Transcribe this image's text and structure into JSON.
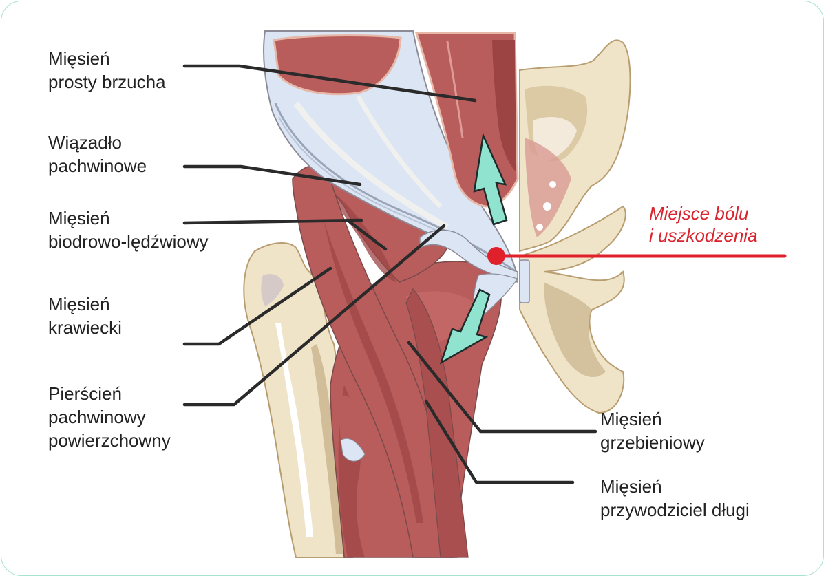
{
  "diagram": {
    "type": "anatomical-illustration",
    "subject": "groin / inguinal region, anterior view",
    "colors": {
      "frame_border": "#a6e3d2",
      "muscle": "#b85c5c",
      "muscle_dark": "#9c4444",
      "ligament": "#dbe5f4",
      "bone": "#efe3c8",
      "bone_shadow": "#c9b48d",
      "arrow_fill": "#8fe3cf",
      "leader_line": "#2a2a2a",
      "pain_marker": "#e0212b",
      "pain_text": "#d9232d"
    },
    "labels_left": [
      {
        "id": "rectus-abdominis",
        "lines": [
          "Mięsień",
          "prosty brzucha"
        ]
      },
      {
        "id": "inguinal-ligament",
        "lines": [
          "Wiązadło",
          "pachwinowe"
        ]
      },
      {
        "id": "iliopsoas",
        "lines": [
          "Mięsień",
          "biodrowo-lędźwiowy"
        ]
      },
      {
        "id": "sartorius",
        "lines": [
          "Mięsień",
          "krawiecki"
        ]
      },
      {
        "id": "superficial-inguinal-ring",
        "lines": [
          "Pierścień",
          "pachwinowy",
          "powierzchowny"
        ]
      }
    ],
    "labels_right": [
      {
        "id": "pectineus",
        "lines": [
          "Mięsień",
          "grzebieniowy"
        ]
      },
      {
        "id": "adductor-longus",
        "lines": [
          "Mięsień",
          "przywodziciel długi"
        ]
      }
    ],
    "pain_callout": {
      "lines": [
        "Miejsce bólu",
        "i uszkodzenia"
      ]
    },
    "arrows": [
      {
        "id": "arrow-up",
        "direction": "up",
        "meaning": "pull of rectus abdominis"
      },
      {
        "id": "arrow-down",
        "direction": "down-left",
        "meaning": "pull of adductors"
      }
    ]
  }
}
